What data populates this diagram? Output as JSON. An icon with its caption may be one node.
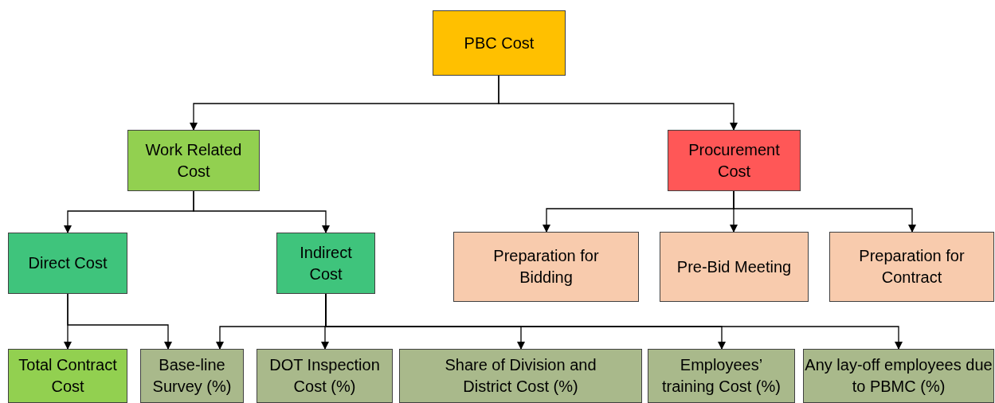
{
  "diagram": {
    "nodes": [
      {
        "text": [
          "PBC Cost"
        ]
      },
      {
        "text": [
          "Work Related Cost"
        ]
      },
      {
        "text": [
          "Procurement Cost"
        ]
      },
      {
        "text": [
          "Direct Cost"
        ]
      },
      {
        "text": [
          "Indirect Cost"
        ]
      },
      {
        "text": [
          "Preparation for Bidding"
        ]
      },
      {
        "text": [
          "Pre-Bid Meeting"
        ]
      },
      {
        "text": [
          "Preparation for Contract"
        ]
      },
      {
        "text": [
          "Total Contract Cost"
        ]
      },
      {
        "text": [
          "Base-line Survey (%)"
        ]
      },
      {
        "text": [
          "DOT Inspection Cost (%)"
        ]
      },
      {
        "text": [
          "Share of Division and District Cost (%)"
        ]
      },
      {
        "text": [
          "Employees’ training Cost (%)"
        ]
      },
      {
        "text": [
          "Any lay-off employees due to PBMC (%)"
        ]
      }
    ],
    "edges": [
      {
        "from": 0,
        "to": 1,
        "arrow": "to"
      },
      {
        "from": 0,
        "to": 2,
        "arrow": "to"
      },
      {
        "from": 1,
        "to": 3,
        "arrow": "to"
      },
      {
        "from": 1,
        "to": 4,
        "arrow": "to"
      },
      {
        "from": 2,
        "to": 5,
        "arrow": "to"
      },
      {
        "from": 2,
        "to": 6,
        "arrow": "to"
      },
      {
        "from": 2,
        "to": 7,
        "arrow": "to"
      },
      {
        "from": 3,
        "to": 8,
        "arrow": "to"
      },
      {
        "from": 3,
        "to": 9,
        "arrow": "to"
      },
      {
        "from": 4,
        "to": 9,
        "arrow": "to"
      },
      {
        "from": 4,
        "to": 10,
        "arrow": "to"
      },
      {
        "from": 4,
        "to": 11,
        "arrow": "to"
      },
      {
        "from": 4,
        "to": 12,
        "arrow": "to"
      },
      {
        "from": 4,
        "to": 13,
        "arrow": "to"
      }
    ]
  }
}
